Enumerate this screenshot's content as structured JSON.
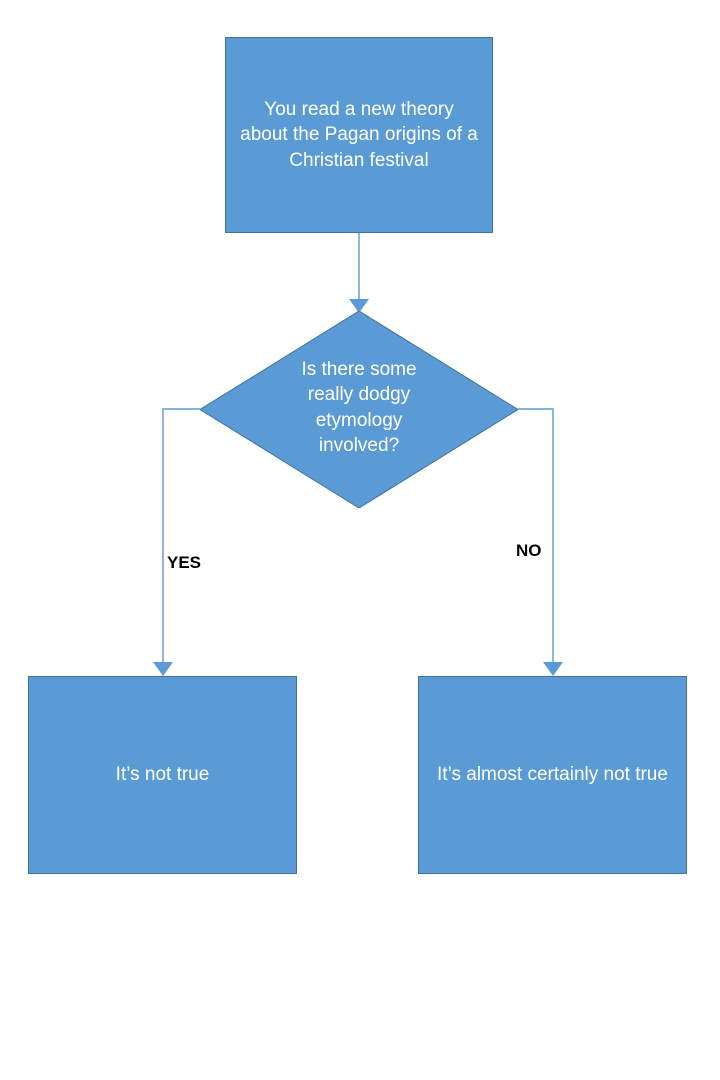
{
  "diagram": {
    "type": "flowchart",
    "title": "Pagan origins theory decision flowchart",
    "colors": {
      "shape_fill": "#5B9BD5",
      "shape_stroke": "#41719C",
      "shape_text": "#FFFFFF",
      "connector": "#5B9BD5",
      "label_text": "#000000",
      "background": "#FFFFFF"
    },
    "nodes": {
      "start": {
        "shape": "rectangle",
        "text": "You read a new theory about the Pagan origins of a Christian festival"
      },
      "decision": {
        "shape": "diamond",
        "text": "Is there some really dodgy etymology involved?"
      },
      "outcome_yes": {
        "shape": "rectangle",
        "text": "It’s not true"
      },
      "outcome_no": {
        "shape": "rectangle",
        "text": "It’s almost certainly not true"
      }
    },
    "edges": [
      {
        "id": "start-to-decision",
        "from": "start",
        "to": "decision",
        "label": ""
      },
      {
        "id": "decision-to-yes",
        "from": "decision",
        "to": "outcome_yes",
        "label": "YES"
      },
      {
        "id": "decision-to-no",
        "from": "decision",
        "to": "outcome_no",
        "label": "NO"
      }
    ]
  }
}
